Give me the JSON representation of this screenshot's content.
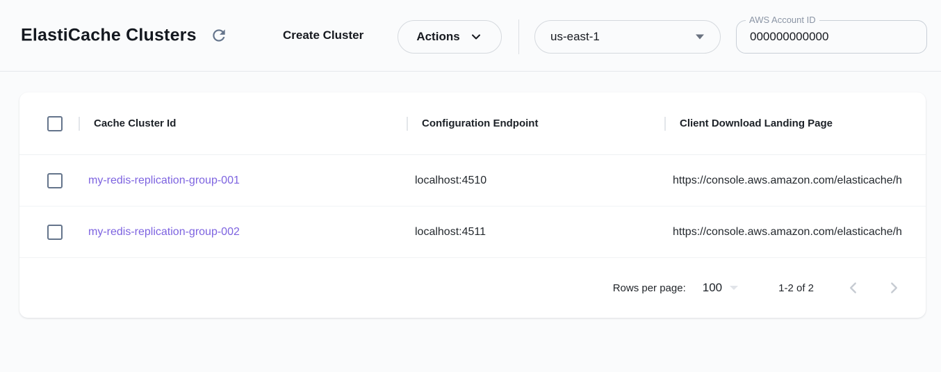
{
  "header": {
    "title": "ElastiCache Clusters",
    "create_cluster_label": "Create Cluster",
    "actions_label": "Actions",
    "region_value": "us-east-1",
    "account_field": {
      "label": "AWS Account ID",
      "value": "000000000000"
    }
  },
  "table": {
    "columns": {
      "cache_cluster_id": "Cache Cluster Id",
      "configuration_endpoint": "Configuration Endpoint",
      "client_download_landing_page": "Client Download Landing Page"
    },
    "rows": [
      {
        "cache_cluster_id": "my-redis-replication-group-001",
        "configuration_endpoint": "localhost:4510",
        "client_download_landing_page": "https://console.aws.amazon.com/elasticache/h"
      },
      {
        "cache_cluster_id": "my-redis-replication-group-002",
        "configuration_endpoint": "localhost:4511",
        "client_download_landing_page": "https://console.aws.amazon.com/elasticache/h"
      }
    ]
  },
  "pagination": {
    "rows_per_page_label": "Rows per page:",
    "rows_per_page_value": "100",
    "range_label": "1-2 of 2"
  },
  "icons": {
    "refresh": "refresh-icon",
    "actions_chevron": "chevron-down-icon",
    "region_caret": "caret-down-icon",
    "rows_per_page_caret": "caret-down-icon",
    "prev": "chevron-left-icon",
    "next": "chevron-right-icon"
  },
  "colors": {
    "link": "#7d63e0",
    "icon_muted": "#64748b",
    "disabled_icon": "#c6cbd2",
    "page_background": "#fafbfc",
    "card_background": "#ffffff"
  }
}
